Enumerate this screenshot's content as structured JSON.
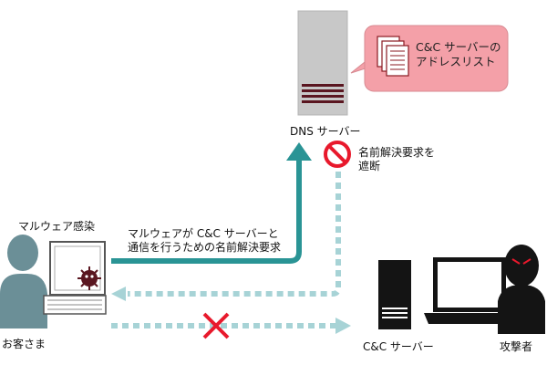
{
  "labels": {
    "dns_server": "DNS サーバー",
    "callout": "C&C サーバーの\nアドレスリスト",
    "block": "名前解決要求を\n遮断",
    "infection": "マルウェア感染",
    "request": "マルウェアが C&C サーバーと\n通信を行うための名前解決要求",
    "customer": "お客さま",
    "cc_server": "C&C サーバー",
    "attacker": "攻撃者"
  },
  "colors": {
    "teal": "#2a9495",
    "light_teal": "#a7d3d6",
    "pink": "#f4a0a8",
    "red": "#e8192c",
    "server_grey": "#c8c8c8",
    "server_stripe": "#5a1620",
    "person_grey": "#6b8f97",
    "dark": "#141414"
  },
  "icons": [
    "dns-server-icon",
    "document-icon",
    "prohibited-icon",
    "customer-person-icon",
    "laptop-icon",
    "malware-icon",
    "cc-server-icon",
    "attacker-laptop-icon",
    "attacker-person-icon",
    "cross-icon"
  ]
}
